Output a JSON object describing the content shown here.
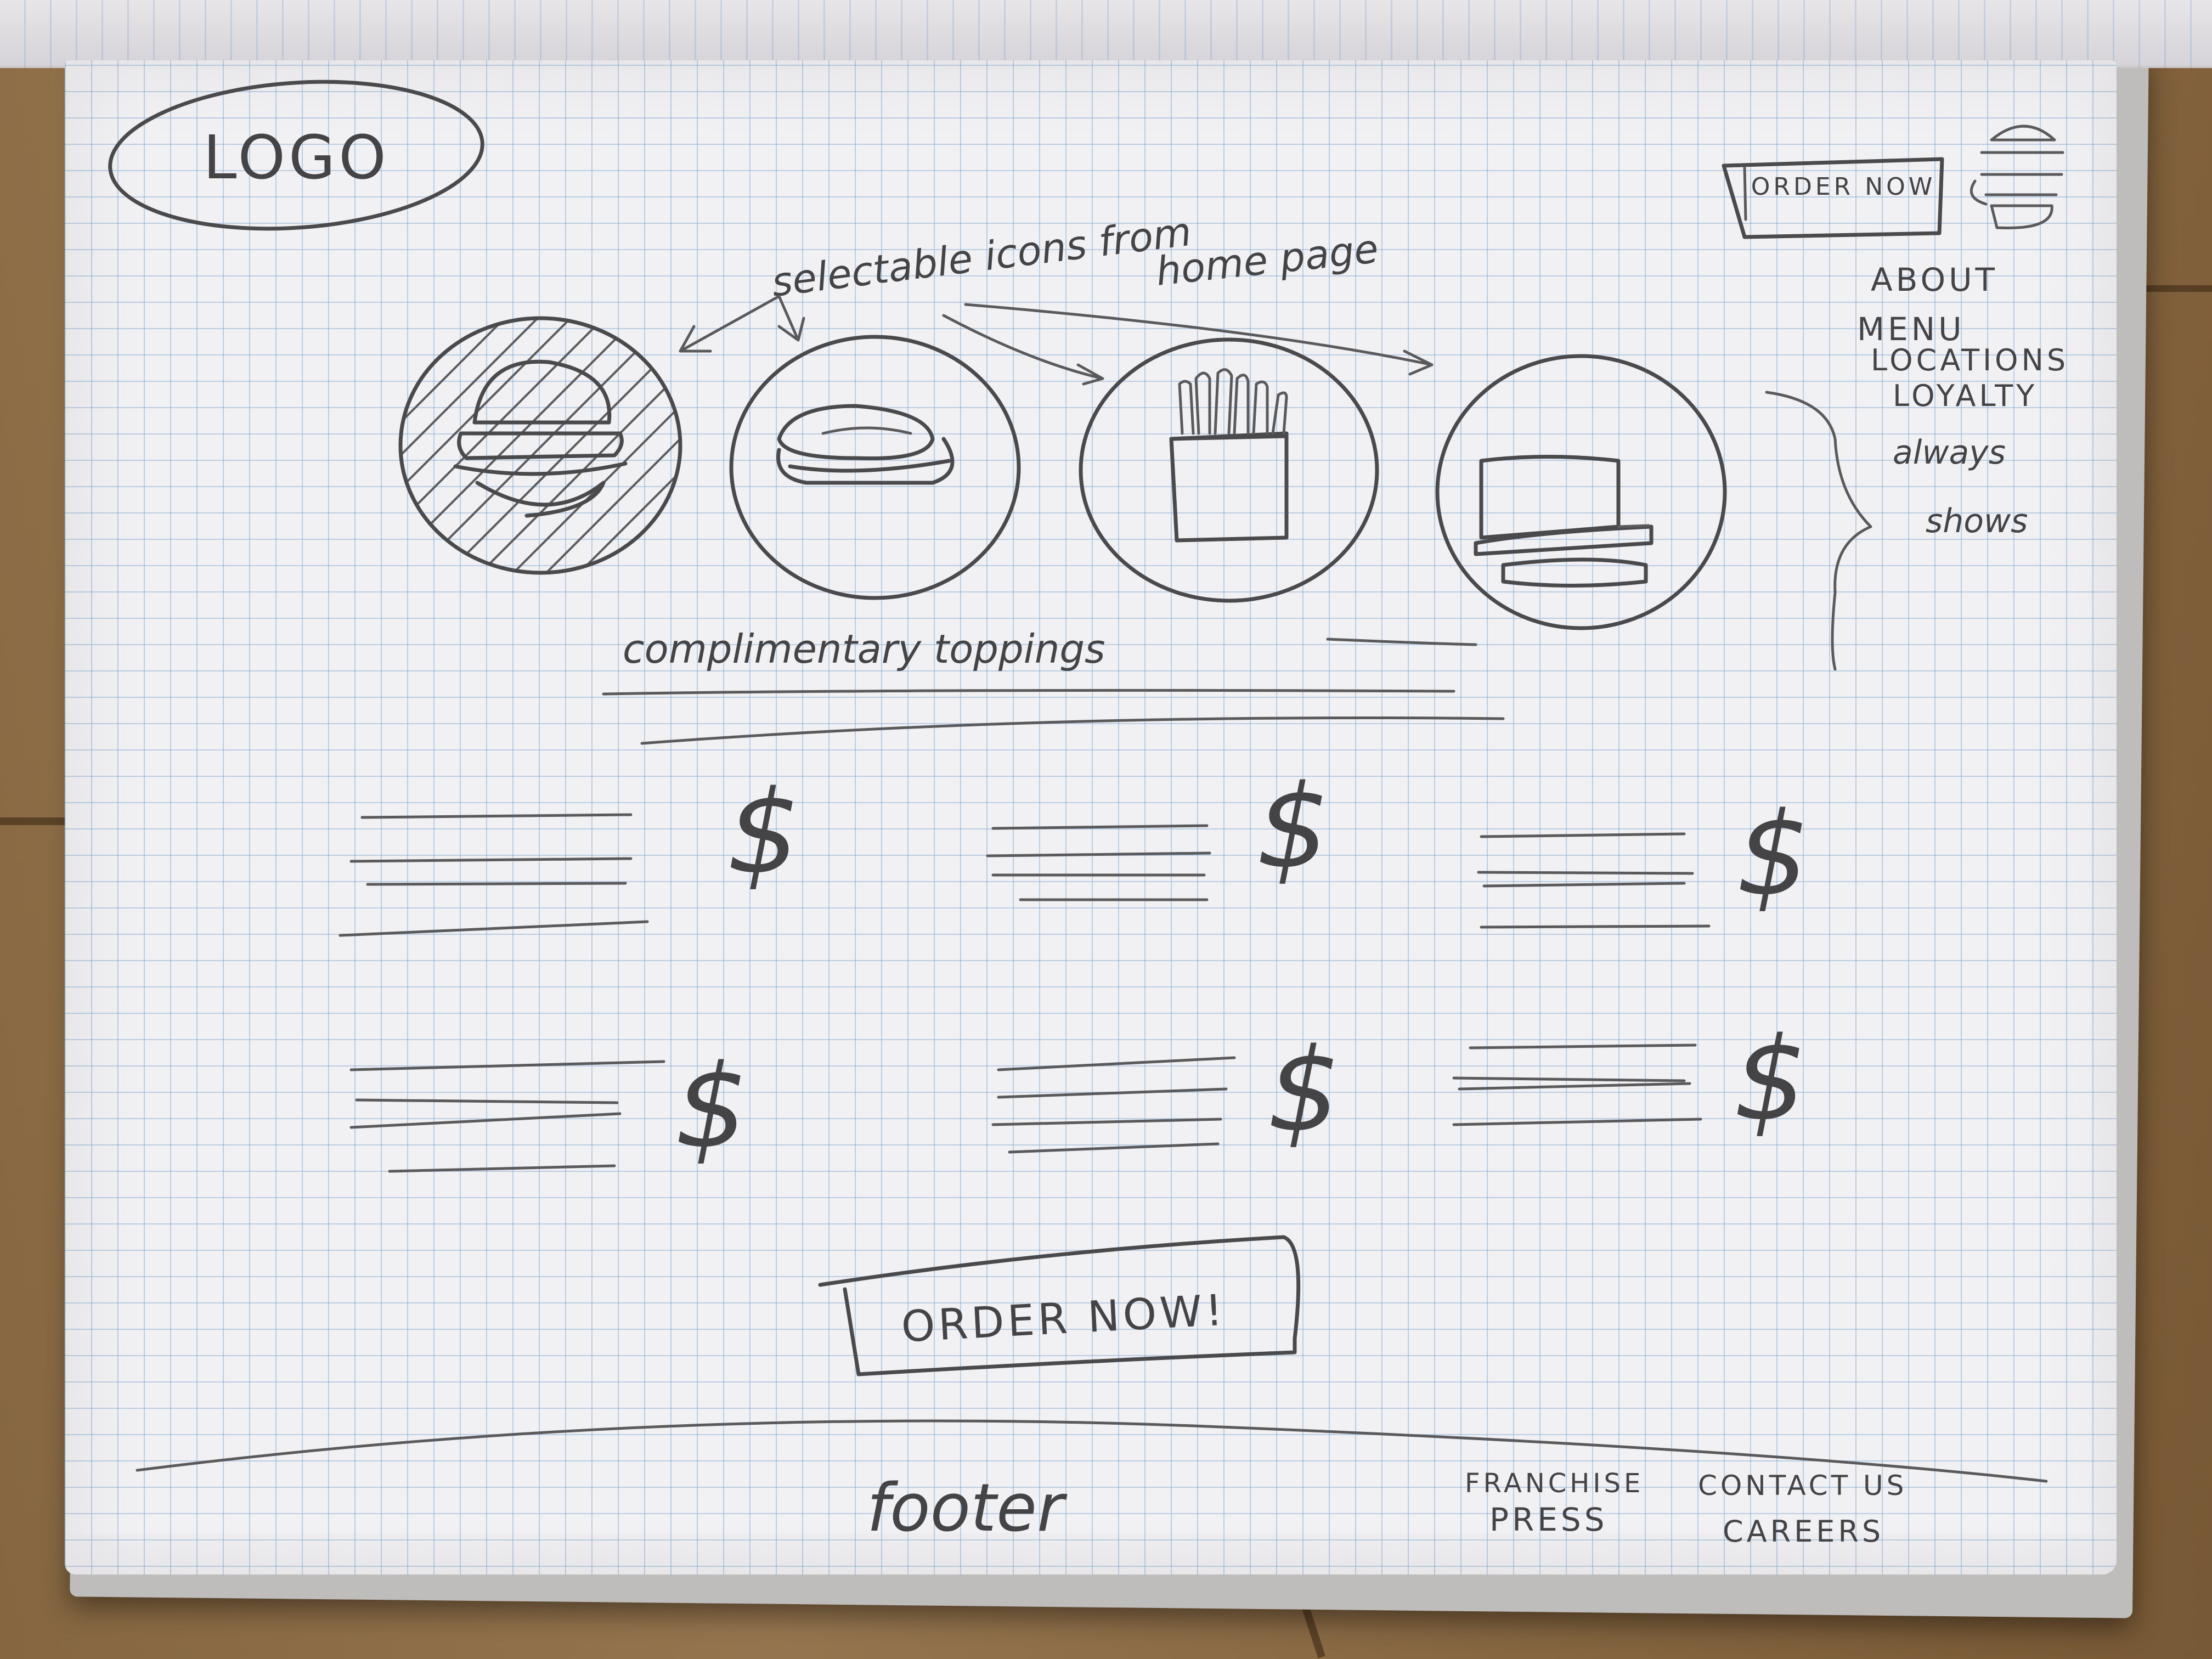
{
  "header": {
    "logo": "LOGO",
    "order_now": "ORDER NOW",
    "hamburger_icon": "hamburger-menu-icon"
  },
  "nav": {
    "items": [
      "ABOUT",
      "MENU",
      "LOCATIONS",
      "LOYALTY"
    ],
    "note_line1": "always",
    "note_line2": "shows"
  },
  "annotation": {
    "line1": "selectable icons from",
    "line2": "home page"
  },
  "categories": [
    {
      "icon": "burger-icon",
      "selected": true
    },
    {
      "icon": "hot-dog-icon",
      "selected": false
    },
    {
      "icon": "fries-icon",
      "selected": false
    },
    {
      "icon": "sandwich-icon",
      "selected": false
    }
  ],
  "toppings": {
    "label": "complimentary toppings"
  },
  "menu_items": [
    {
      "price": "$"
    },
    {
      "price": "$"
    },
    {
      "price": "$"
    },
    {
      "price": "$"
    },
    {
      "price": "$"
    },
    {
      "price": "$"
    }
  ],
  "cta": {
    "label": "ORDER NOW!"
  },
  "footer": {
    "label": "footer",
    "links": [
      "FRANCHISE",
      "PRESS",
      "CONTACT US",
      "CAREERS"
    ]
  }
}
